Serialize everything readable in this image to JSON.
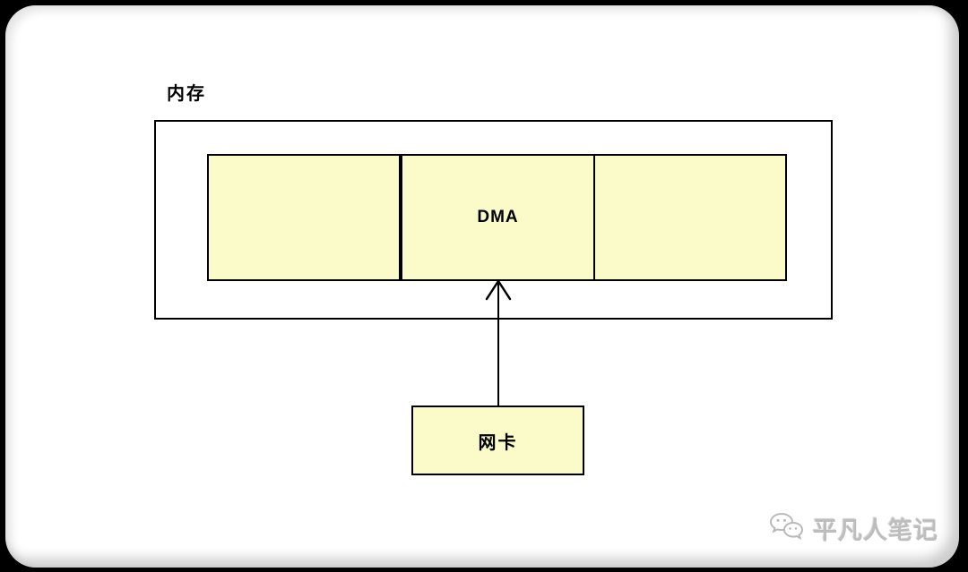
{
  "diagram": {
    "memory_label": "内存",
    "dma_label": "DMA",
    "nic_label": "网卡"
  },
  "watermark": {
    "text": "平凡人笔记",
    "icon": "wechat-icon"
  },
  "colors": {
    "frame_bg": "#000000",
    "card_bg": "#ffffff",
    "border": "#000000",
    "box_fill": "#fbfbc9",
    "watermark": "#bdbdbd"
  }
}
